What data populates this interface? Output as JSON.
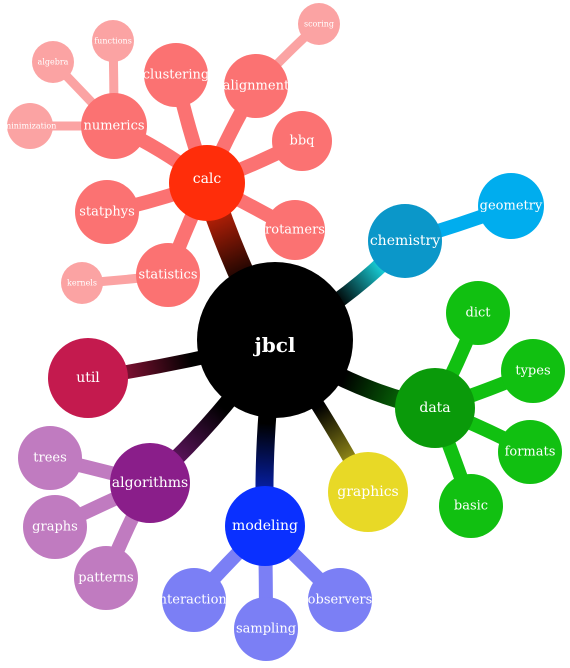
{
  "colors": {
    "root": "#000000",
    "calc_hub": "#ff2d0a",
    "calc_child": "#fb7272",
    "calc_grandchild": "#fba3a3",
    "chemistry": "#0b97c9",
    "chemistry_child": "#00adee",
    "data": "#0a9a0a",
    "data_child": "#11c011",
    "graphics": "#e8d926",
    "modeling": "#0a30ff",
    "modeling_child": "#7b7ff5",
    "algorithms": "#8a1e8a",
    "algorithms_child": "#c07bc0",
    "util": "#c41a4e"
  },
  "mindmap": {
    "root": "jbcl",
    "branches": {
      "calc": {
        "label": "calc",
        "children": {
          "numerics": {
            "label": "numerics",
            "children": {
              "functions": "functions",
              "algebra": "algebra",
              "minimization": "minimization"
            }
          },
          "clustering": "clustering",
          "alignment": {
            "label": "alignment",
            "children": {
              "scoring": "scoring"
            }
          },
          "bbq": "bbq",
          "rotamers": "rotamers",
          "statistics": {
            "label": "statistics",
            "children": {
              "kernels": "kernels"
            }
          },
          "statphys": "statphys"
        }
      },
      "chemistry": {
        "label": "chemistry",
        "children": {
          "geometry": "geometry"
        }
      },
      "data": {
        "label": "data",
        "children": {
          "dict": "dict",
          "types": "types",
          "formats": "formats",
          "basic": "basic"
        }
      },
      "graphics": {
        "label": "graphics"
      },
      "modeling": {
        "label": "modeling",
        "children": {
          "interactions": "interactions",
          "sampling": "sampling",
          "observers": "observers"
        }
      },
      "algorithms": {
        "label": "algorithms",
        "children": {
          "trees": "trees",
          "graphs": "graphs",
          "patterns": "patterns"
        }
      },
      "util": {
        "label": "util"
      }
    }
  }
}
